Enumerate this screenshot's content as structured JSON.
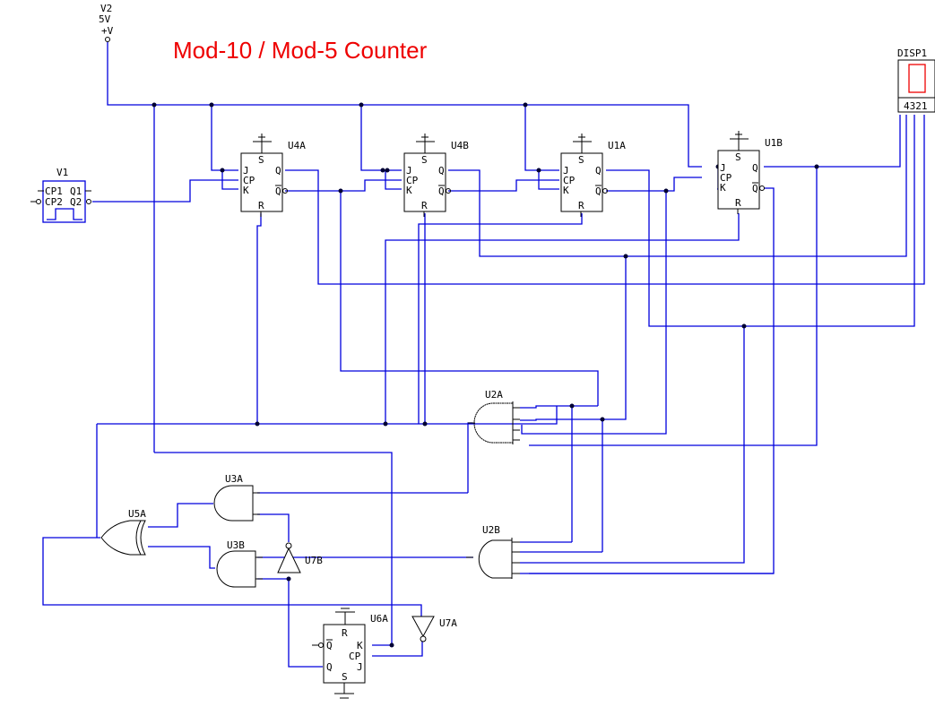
{
  "title": "Mod-10 / Mod-5 Counter",
  "colors": {
    "wire": "#0000dd",
    "title": "#ee0000",
    "component": "#000000",
    "display_segment": "#ee0000"
  },
  "power": {
    "ref": "V2",
    "value": "5V",
    "pin": "+V"
  },
  "clock": {
    "ref": "V1",
    "pins": [
      "CP1",
      "Q1",
      "CP2",
      "Q2"
    ]
  },
  "display": {
    "ref": "DISP1",
    "pins": "4321"
  },
  "flipflops": [
    {
      "ref": "U4A",
      "pins": {
        "s": "S",
        "j": "J",
        "cp": "CP",
        "k": "K",
        "r": "R",
        "q": "Q",
        "qn": "Q"
      }
    },
    {
      "ref": "U4B",
      "pins": {
        "s": "S",
        "j": "J",
        "cp": "CP",
        "k": "K",
        "r": "R",
        "q": "Q",
        "qn": "Q"
      }
    },
    {
      "ref": "U1A",
      "pins": {
        "s": "S",
        "j": "J",
        "cp": "CP",
        "k": "K",
        "r": "R",
        "q": "Q",
        "qn": "Q"
      }
    },
    {
      "ref": "U1B",
      "pins": {
        "s": "S",
        "j": "J",
        "cp": "CP",
        "k": "K",
        "r": "R",
        "q": "Q",
        "qn": "Q"
      }
    }
  ],
  "mode_ff": {
    "ref": "U6A",
    "pins": {
      "r": "R",
      "s": "S",
      "qn": "Q",
      "q": "Q",
      "k": "K",
      "cp": "CP",
      "j": "J"
    }
  },
  "gates": {
    "and4_a": "U2A",
    "and4_b": "U2B",
    "and2_a": "U3A",
    "and2_b": "U3B",
    "or2": "U5A",
    "not_b": "U7B",
    "not_a": "U7A"
  }
}
